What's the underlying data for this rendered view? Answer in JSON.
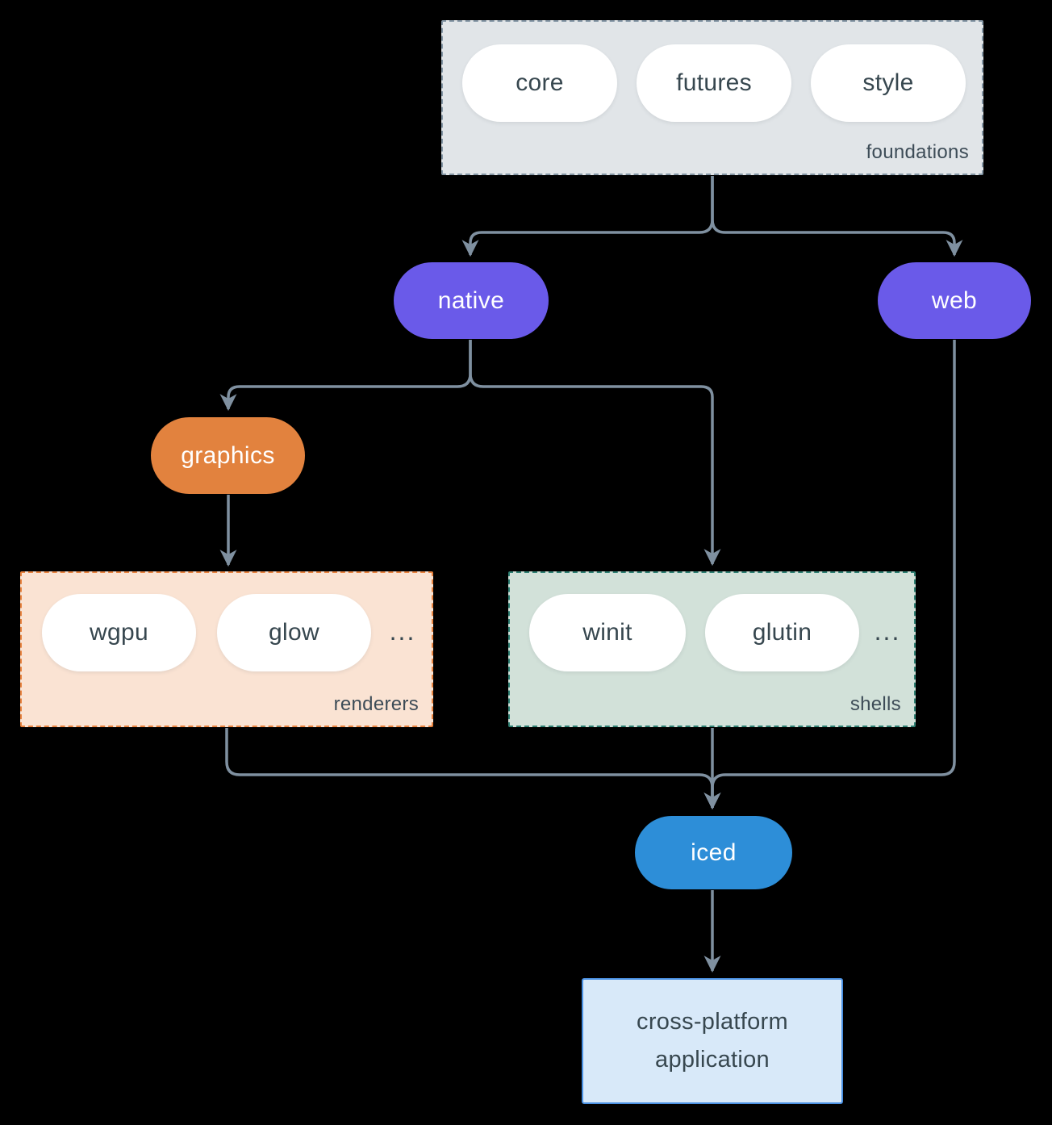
{
  "diagram": {
    "groups": {
      "foundations": {
        "label": "foundations",
        "items": [
          "core",
          "futures",
          "style"
        ]
      },
      "renderers": {
        "label": "renderers",
        "items": [
          "wgpu",
          "glow"
        ],
        "more": "..."
      },
      "shells": {
        "label": "shells",
        "items": [
          "winit",
          "glutin"
        ],
        "more": "..."
      }
    },
    "nodes": {
      "native": {
        "label": "native"
      },
      "web": {
        "label": "web"
      },
      "graphics": {
        "label": "graphics"
      },
      "iced": {
        "label": "iced"
      },
      "application": {
        "line1": "cross-platform",
        "line2": "application"
      }
    },
    "edges": [
      {
        "from": "foundations",
        "to": "native"
      },
      {
        "from": "foundations",
        "to": "web"
      },
      {
        "from": "native",
        "to": "graphics"
      },
      {
        "from": "native",
        "to": "shells"
      },
      {
        "from": "graphics",
        "to": "renderers"
      },
      {
        "from": "renderers",
        "to": "iced"
      },
      {
        "from": "shells",
        "to": "iced"
      },
      {
        "from": "web",
        "to": "iced"
      },
      {
        "from": "iced",
        "to": "application"
      }
    ],
    "colors": {
      "background": "#000000",
      "edge": "#7f90a0",
      "purple_node": "#6a5ae9",
      "orange_node": "#e2823e",
      "blue_node": "#2d8ed8",
      "foundations_fill": "#e1e5e8",
      "foundations_border": "#8496a5",
      "renderers_fill": "#fae3d3",
      "renderers_border": "#e8833f",
      "shells_fill": "#d2e1d9",
      "shells_border": "#2f8073",
      "application_fill": "#d8e9f9",
      "application_border": "#4a90e2",
      "pill_text": "#37474f",
      "white_pill": "#ffffff"
    }
  }
}
